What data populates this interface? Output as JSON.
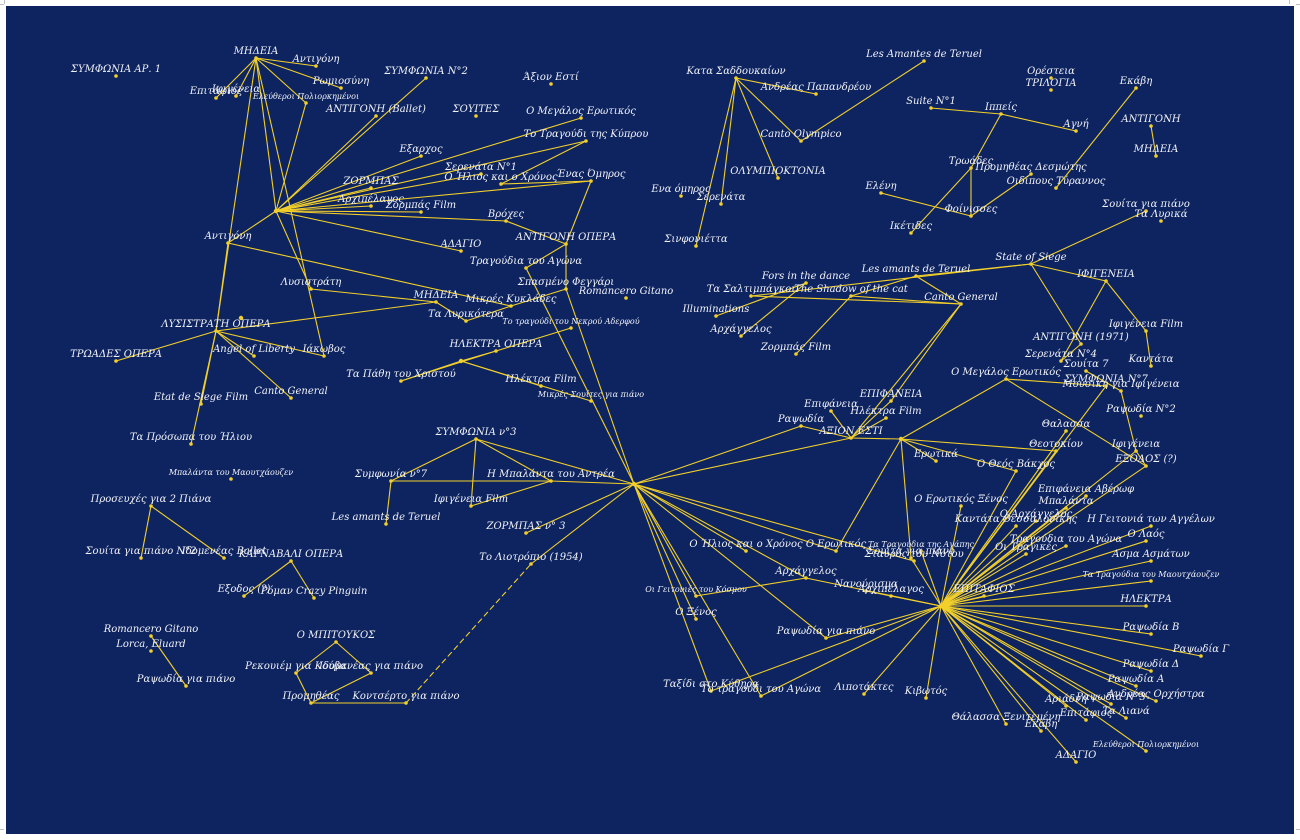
{
  "diagram": {
    "background": "#0e2460",
    "edge_color": "#f2cf2a",
    "label_color": "#f2f3f8",
    "nodes": [
      {
        "id": "n1",
        "label": "ΣΥΜΦΩΝΙΑ ΑΡ. 1"
      },
      {
        "id": "n2",
        "label": "ΜΗΔΕΙΑ"
      },
      {
        "id": "n3",
        "label": "Ρωμιοσύνη"
      },
      {
        "id": "n4",
        "label": "Αντιγόνη"
      },
      {
        "id": "n5",
        "label": "ΣΥΜΦΩΝΙΑ Ν°2"
      },
      {
        "id": "n6",
        "label": "ΑΝΤΙΓΟΝΗ (Ballet)"
      },
      {
        "id": "n7",
        "label": "ΣΟΥΙΤΕΣ"
      },
      {
        "id": "n8",
        "label": "Άξιον Εστί"
      },
      {
        "id": "n9",
        "label": "Ο Μεγάλος Ερωτικός"
      },
      {
        "id": "n10",
        "label": "Το Τραγούδι της Κύπρου"
      },
      {
        "id": "n11",
        "label": "Επιτάφιος"
      },
      {
        "id": "n12",
        "label": "Ελεύθεροι Πολιορκημένοι"
      },
      {
        "id": "n13",
        "label": "ΖΟΡΜΠΑΣ"
      },
      {
        "id": "n14",
        "label": "Αρχιπέλαγος"
      },
      {
        "id": "n15",
        "label": "Ζορμπάς Film"
      },
      {
        "id": "n16",
        "label": "Εξαρχος"
      },
      {
        "id": "n17",
        "label": "Σερενάτα Ν°1"
      },
      {
        "id": "n18",
        "label": "Ο Ήλιος και ο Χρόνος"
      },
      {
        "id": "n19",
        "label": "Ένας Όμηρος"
      },
      {
        "id": "n20",
        "label": "Βρόχες"
      },
      {
        "id": "n21",
        "label": "ΑΝΤΙΓΟΝΗ ΟΠΕΡΑ"
      },
      {
        "id": "n22",
        "label": "ΑΔΑΓΙΟ"
      },
      {
        "id": "n23",
        "label": "Τραγούδια του Αγώνα"
      },
      {
        "id": "n24",
        "label": "Σπασμένο Φεγγάρι"
      },
      {
        "id": "n25",
        "label": "Romancero Gitano"
      },
      {
        "id": "n26",
        "label": "ΜΗΔΕΙΑ"
      },
      {
        "id": "n27",
        "label": "Μικρές Κυκλάδες"
      },
      {
        "id": "n28",
        "label": "Τα Λυρικότερα"
      },
      {
        "id": "n29",
        "label": "ΗΛΕΚΤΡΑ ΟΠΕΡΑ"
      },
      {
        "id": "n30",
        "label": "Το τραγούδι του Νεκρού Αδερφού"
      },
      {
        "id": "n31",
        "label": "Τα Πάθη του Χριστού"
      },
      {
        "id": "n32",
        "label": "Ηλέκτρα Film"
      },
      {
        "id": "n33",
        "label": "Μικρές Σουίτες για πιάνο"
      },
      {
        "id": "n34",
        "label": "Λυσιστράτη"
      },
      {
        "id": "n35",
        "label": "ΛΥΣΙΣΤΡΑΤΗ ΟΠΕΡΑ"
      },
      {
        "id": "n36",
        "label": "ΤΡΩΑΔΕΣ ΟΠΕΡΑ"
      },
      {
        "id": "n37",
        "label": "Αντιγόνη"
      },
      {
        "id": "n38",
        "label": "Ιφιγένεια"
      },
      {
        "id": "n39",
        "label": "Ιάκωβος"
      },
      {
        "id": "n40",
        "label": "Angel of Liberty"
      },
      {
        "id": "n41",
        "label": "Etat de Siege Film"
      },
      {
        "id": "n42",
        "label": "Canto General"
      },
      {
        "id": "n43",
        "label": "Τα Πρόσωπα του Ήλιου"
      },
      {
        "id": "n44",
        "label": "Μπαλάντα του Μαουτχάουζεν"
      },
      {
        "id": "n45",
        "label": "ΣΥΜΦΩΝΙΑ ν°3"
      },
      {
        "id": "n46",
        "label": "Συμφωνία ν°7"
      },
      {
        "id": "n47",
        "label": "Ιφιγένεια Film"
      },
      {
        "id": "n48",
        "label": "Les amants de Teruel"
      },
      {
        "id": "n49",
        "label": "Η Μπαλάντα του Αντρέα"
      },
      {
        "id": "n50",
        "label": "ΖΟΡΜΠΑΣ ν° 3"
      },
      {
        "id": "n51",
        "label": "Το Λιοτρόπιο (1954)"
      },
      {
        "id": "n52",
        "label": "Προσευχές για 2 Πιάνα"
      },
      {
        "id": "n53",
        "label": "Σουίτα για πιάνο Ν°2"
      },
      {
        "id": "n54",
        "label": "Ιδομενέας Ballet"
      },
      {
        "id": "n55",
        "label": "ΚΑΡΝΑΒΑΛΙ ΟΠΕΡΑ"
      },
      {
        "id": "n56",
        "label": "Εξοδος (?)"
      },
      {
        "id": "n57",
        "label": "Ρόμαν Crazy Pinguin"
      },
      {
        "id": "n58",
        "label": "Romancero Gitano"
      },
      {
        "id": "n59",
        "label": "Lorca, Eluard"
      },
      {
        "id": "n60",
        "label": "Ραψωδία για πιάνο"
      },
      {
        "id": "n61",
        "label": "Ο ΜΠΙΤΟΥΚΟΣ"
      },
      {
        "id": "n62",
        "label": "Ρεκουιέμ για Κούβα"
      },
      {
        "id": "n63",
        "label": "Ιδομενέας για πιάνο"
      },
      {
        "id": "n64",
        "label": "Προμηθέας"
      },
      {
        "id": "n65",
        "label": "Κοντσέρτο για πιάνο"
      },
      {
        "id": "n66",
        "label": "Κατα Σαδδουκαίων"
      },
      {
        "id": "n67",
        "label": "Les Amantes de Teruel"
      },
      {
        "id": "n68",
        "label": "Suite N°1"
      },
      {
        "id": "n69",
        "label": "Ορέστεια"
      },
      {
        "id": "n70",
        "label": "ΤΡΙΛΟΓΙΑ"
      },
      {
        "id": "n71",
        "label": "Εκάβη"
      },
      {
        "id": "n72",
        "label": "Ανδρέας Παπανδρέου"
      },
      {
        "id": "n73",
        "label": "Canto Olympico"
      },
      {
        "id": "n74",
        "label": "ΟΛΥΜΠΙΟΚΤΟΝΙΑ"
      },
      {
        "id": "n75",
        "label": "Σινφονιέττα"
      },
      {
        "id": "n76",
        "label": "Σερενάτα"
      },
      {
        "id": "n77",
        "label": "Ιππείς"
      },
      {
        "id": "n78",
        "label": "Τρωάδες"
      },
      {
        "id": "n79",
        "label": "Προμηθέας Δεσμώτης"
      },
      {
        "id": "n80",
        "label": "Αγνή"
      },
      {
        "id": "n81",
        "label": "ΑΝΤΙΓΟΝΗ"
      },
      {
        "id": "n82",
        "label": "ΜΗΔΕΙΑ"
      },
      {
        "id": "n83",
        "label": "Ικέτιδες"
      },
      {
        "id": "n84",
        "label": "Ελένη"
      },
      {
        "id": "n85",
        "label": "Φοίνισσες"
      },
      {
        "id": "n86",
        "label": "Οιδίπους Τύραννος"
      },
      {
        "id": "n87",
        "label": "Σουίτα για πιάνο"
      },
      {
        "id": "n88",
        "label": "Τα Λυρικά"
      },
      {
        "id": "n89",
        "label": "State of Siege"
      },
      {
        "id": "n90",
        "label": "Fors in the dance"
      },
      {
        "id": "n91",
        "label": "The Shadow of the cat"
      },
      {
        "id": "n92",
        "label": "Les amants de Teruel"
      },
      {
        "id": "n93",
        "label": "Τα Σαλτιμπάγκοι"
      },
      {
        "id": "n94",
        "label": "Illuminations"
      },
      {
        "id": "n95",
        "label": "Αρχάγγελος"
      },
      {
        "id": "n96",
        "label": "Ζορμπάς Film"
      },
      {
        "id": "n97",
        "label": "Canto General"
      },
      {
        "id": "n98",
        "label": "ΑΞΙΟΝ ΕΣΤΙ"
      },
      {
        "id": "n99",
        "label": "Επιφάνεια"
      },
      {
        "id": "n100",
        "label": "Ραψωδία"
      },
      {
        "id": "n101",
        "label": "ΕΠΙΦΑΝΕΙΑ"
      },
      {
        "id": "n102",
        "label": "Ηλέκτρα Film"
      },
      {
        "id": "n103",
        "label": "ΙΦΙΓΕΝΕΙΑ"
      },
      {
        "id": "n104",
        "label": "Ιφιγένεια Film"
      },
      {
        "id": "n105",
        "label": "ΑΝΤΙΓΟΝΗ (1971)"
      },
      {
        "id": "n106",
        "label": "Σερενάτα Ν°4"
      },
      {
        "id": "n107",
        "label": "Καντάτα"
      },
      {
        "id": "n108",
        "label": "ΣΥΜΦΩΝΙΑ Ν°7"
      },
      {
        "id": "n109",
        "label": "ΕΞΟΔΟΣ (?)"
      },
      {
        "id": "n110",
        "label": "Θεοτοκίον"
      },
      {
        "id": "n111",
        "label": "Ραψωδία Ν°2"
      },
      {
        "id": "n112",
        "label": "Θαλασσα"
      },
      {
        "id": "n113",
        "label": "Ο Θεός Βάκχος"
      },
      {
        "id": "n114",
        "label": "Αρχάγγελος"
      },
      {
        "id": "n115",
        "label": "ΕΠΙΤΑΦΙΟΣ"
      },
      {
        "id": "n116",
        "label": "Νανούρισμα"
      },
      {
        "id": "n117",
        "label": "Σουίτα για πιάνο"
      },
      {
        "id": "n118",
        "label": "Τα Τραγούδια της Αγάπης"
      },
      {
        "id": "n119",
        "label": "Οι Τραγικές"
      },
      {
        "id": "n120",
        "label": "Ταξίδι στο Κύθηρα"
      },
      {
        "id": "n121",
        "label": "Το τραγούδι του Αγώνα"
      },
      {
        "id": "n122",
        "label": "Λιποτάκτες"
      },
      {
        "id": "n123",
        "label": "Κιβωτός"
      },
      {
        "id": "n124",
        "label": "Θάλασσα Ξενιτεμένη"
      },
      {
        "id": "n125",
        "label": "Εκάβη"
      },
      {
        "id": "n126",
        "label": "Επιτάφιος"
      },
      {
        "id": "n127",
        "label": "Ραψωδία Ν°3"
      },
      {
        "id": "n128",
        "label": "ΑΔΑΓΙΟ"
      },
      {
        "id": "n129",
        "label": "Αρχιπέλαγος"
      },
      {
        "id": "n130",
        "label": "Ραψωδία για πιάνο"
      },
      {
        "id": "n131",
        "label": "Ραψωδία Β"
      },
      {
        "id": "n132",
        "label": "Ραψωδία Γ"
      },
      {
        "id": "n133",
        "label": "Ραψωδία Δ"
      },
      {
        "id": "n134",
        "label": "Ραψωδία Α"
      },
      {
        "id": "n135",
        "label": "Ανδρέας Ορχήστρα"
      },
      {
        "id": "n136",
        "label": "Τα Λιανά"
      },
      {
        "id": "n137",
        "label": "Ελεύθεροι Πολιορκημένοι"
      },
      {
        "id": "n138",
        "label": "Μπαλάντα"
      },
      {
        "id": "n139",
        "label": "Η Γειτονιά των Αγγέλων"
      },
      {
        "id": "n140",
        "label": "Ο Λαός"
      },
      {
        "id": "n141",
        "label": "Ασμα Ασμάτων"
      },
      {
        "id": "n142",
        "label": "Τα Τραγούδια του Μαουτχάουζεν"
      },
      {
        "id": "n143",
        "label": "ΗΛΕΚΤΡΑ"
      },
      {
        "id": "n144",
        "label": "Ο Ήλιος και ο Χρόνος"
      },
      {
        "id": "n145",
        "label": "Ο Ερωτικός"
      },
      {
        "id": "n146",
        "label": "Σταυρός του Νότου"
      },
      {
        "id": "n147",
        "label": "Επιφάνεια Αβέρωφ"
      },
      {
        "id": "n148",
        "label": "Καντάτα Θεσσαλονίκης"
      },
      {
        "id": "n149",
        "label": "Οι Γειτονιές του Κόσμου"
      },
      {
        "id": "n150",
        "label": "Ο Ξένος"
      },
      {
        "id": "n151",
        "label": "Σουίτα 7"
      },
      {
        "id": "n152",
        "label": "Μουσική για Ιφιγένεια"
      },
      {
        "id": "n153",
        "label": "Ο Μεγάλος Ερωτικός"
      },
      {
        "id": "n154",
        "label": "Ο Ερωτικός Ξένος"
      },
      {
        "id": "n155",
        "label": "Ιφιγένεια"
      },
      {
        "id": "n156",
        "label": "Αριάδνη"
      },
      {
        "id": "n157",
        "label": "Ο Αρχάγγελος"
      },
      {
        "id": "n158",
        "label": "Τραγούδια του Αγώνα"
      },
      {
        "id": "n159",
        "label": "Ερωτικά"
      },
      {
        "id": "n160",
        "label": "Ενα όμηρος"
      }
    ]
  }
}
